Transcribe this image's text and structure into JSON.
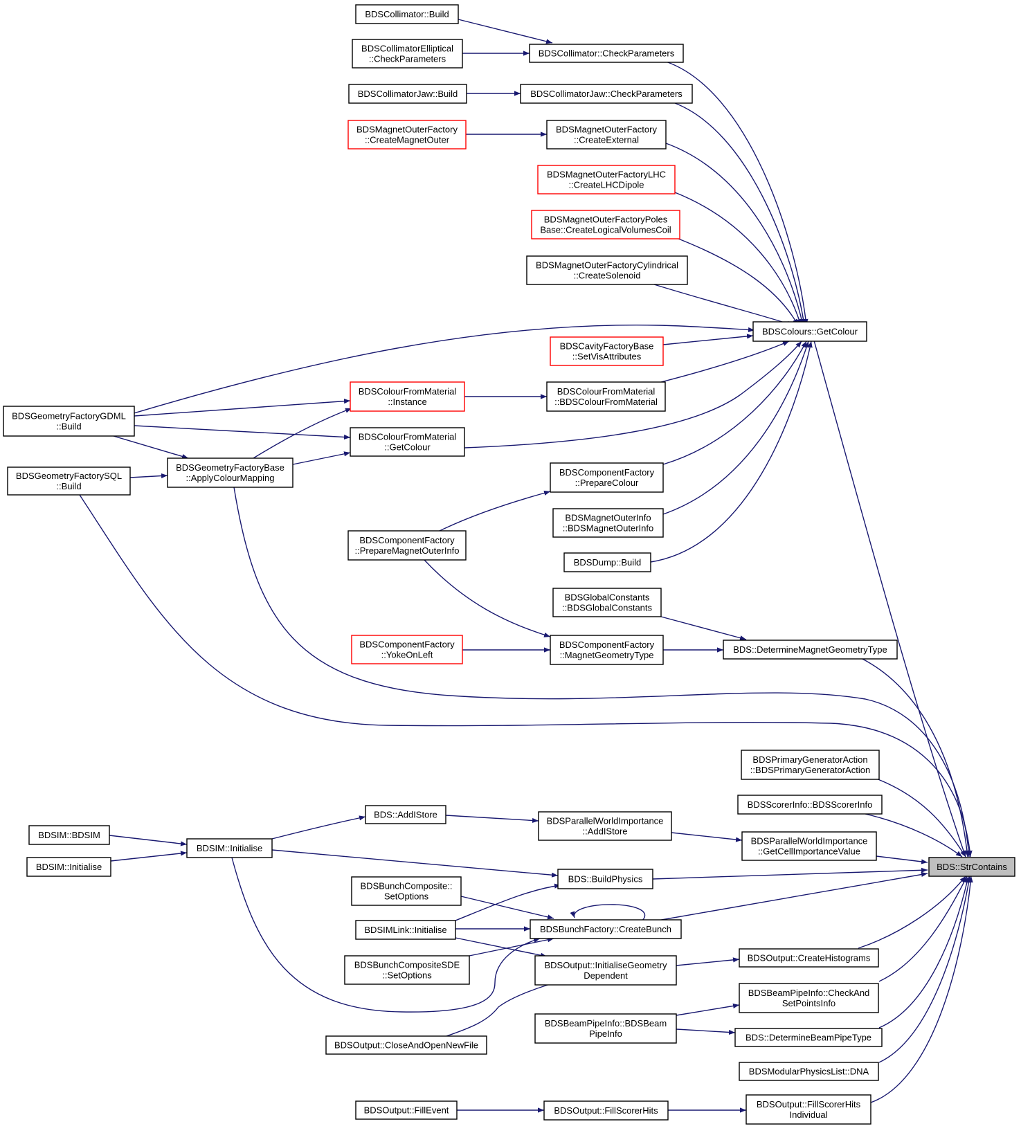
{
  "nodes": [
    {
      "id": "n_target",
      "lines": [
        "BDS::StrContains"
      ],
      "border": "black",
      "highlight": true
    },
    {
      "id": "n_getcolour",
      "lines": [
        "BDSColours::GetColour"
      ],
      "border": "black"
    },
    {
      "id": "n_collbuild",
      "lines": [
        "BDSCollimator::Build"
      ],
      "border": "black"
    },
    {
      "id": "n_collcheck",
      "lines": [
        "BDSCollimator::CheckParameters"
      ],
      "border": "black"
    },
    {
      "id": "n_collell",
      "lines": [
        "BDSCollimatorElliptical",
        "::CheckParameters"
      ],
      "border": "black"
    },
    {
      "id": "n_jawbuild",
      "lines": [
        "BDSCollimatorJaw::Build"
      ],
      "border": "black"
    },
    {
      "id": "n_jawcheck",
      "lines": [
        "BDSCollimatorJaw::CheckParameters"
      ],
      "border": "black"
    },
    {
      "id": "n_mofcmo",
      "lines": [
        "BDSMagnetOuterFactory",
        "::CreateMagnetOuter"
      ],
      "border": "red"
    },
    {
      "id": "n_mofce",
      "lines": [
        "BDSMagnetOuterFactory",
        "::CreateExternal"
      ],
      "border": "black"
    },
    {
      "id": "n_lhc",
      "lines": [
        "BDSMagnetOuterFactoryLHC",
        "::CreateLHCDipole"
      ],
      "border": "red"
    },
    {
      "id": "n_poles",
      "lines": [
        "BDSMagnetOuterFactoryPoles",
        "Base::CreateLogicalVolumesCoil"
      ],
      "border": "red"
    },
    {
      "id": "n_cyl",
      "lines": [
        "BDSMagnetOuterFactoryCylindrical",
        "::CreateSolenoid"
      ],
      "border": "black"
    },
    {
      "id": "n_cavity",
      "lines": [
        "BDSCavityFactoryBase",
        "::SetVisAttributes"
      ],
      "border": "red"
    },
    {
      "id": "n_gdml",
      "lines": [
        "BDSGeometryFactoryGDML",
        "::Build"
      ],
      "border": "black"
    },
    {
      "id": "n_cfminst",
      "lines": [
        "BDSColourFromMaterial",
        "::Instance"
      ],
      "border": "red"
    },
    {
      "id": "n_cfmctor",
      "lines": [
        "BDSColourFromMaterial",
        "::BDSColourFromMaterial"
      ],
      "border": "black"
    },
    {
      "id": "n_cfmget",
      "lines": [
        "BDSColourFromMaterial",
        "::GetColour"
      ],
      "border": "black"
    },
    {
      "id": "n_sqlbuild",
      "lines": [
        "BDSGeometryFactorySQL",
        "::Build"
      ],
      "border": "black"
    },
    {
      "id": "n_gfbase",
      "lines": [
        "BDSGeometryFactoryBase",
        "::ApplyColourMapping"
      ],
      "border": "black"
    },
    {
      "id": "n_cfprep",
      "lines": [
        "BDSComponentFactory",
        "::PrepareColour"
      ],
      "border": "black"
    },
    {
      "id": "n_cfpmoi",
      "lines": [
        "BDSComponentFactory",
        "::PrepareMagnetOuterInfo"
      ],
      "border": "black"
    },
    {
      "id": "n_moi",
      "lines": [
        "BDSMagnetOuterInfo",
        "::BDSMagnetOuterInfo"
      ],
      "border": "black"
    },
    {
      "id": "n_dump",
      "lines": [
        "BDSDump::Build"
      ],
      "border": "black"
    },
    {
      "id": "n_glob",
      "lines": [
        "BDSGlobalConstants",
        "::BDSGlobalConstants"
      ],
      "border": "black"
    },
    {
      "id": "n_yoke",
      "lines": [
        "BDSComponentFactory",
        "::YokeOnLeft"
      ],
      "border": "red"
    },
    {
      "id": "n_cfmgt",
      "lines": [
        "BDSComponentFactory",
        "::MagnetGeometryType"
      ],
      "border": "black"
    },
    {
      "id": "n_detmag",
      "lines": [
        "BDS::DetermineMagnetGeometryType"
      ],
      "border": "black"
    },
    {
      "id": "n_pga",
      "lines": [
        "BDSPrimaryGeneratorAction",
        "::BDSPrimaryGeneratorAction"
      ],
      "border": "black"
    },
    {
      "id": "n_scorer",
      "lines": [
        "BDSScorerInfo::BDSScorerInfo"
      ],
      "border": "black"
    },
    {
      "id": "n_addlstore",
      "lines": [
        "BDS::AddIStore"
      ],
      "border": "black"
    },
    {
      "id": "n_pwiadd",
      "lines": [
        "BDSParallelWorldImportance",
        "::AddIStore"
      ],
      "border": "black"
    },
    {
      "id": "n_pwicell",
      "lines": [
        "BDSParallelWorldImportance",
        "::GetCellImportanceValue"
      ],
      "border": "black"
    },
    {
      "id": "n_bdsimctor",
      "lines": [
        "BDSIM::BDSIM"
      ],
      "border": "black"
    },
    {
      "id": "n_bdsiminit2",
      "lines": [
        "BDSIM::Initialise"
      ],
      "border": "black"
    },
    {
      "id": "n_bdsiminit",
      "lines": [
        "BDSIM::Initialise"
      ],
      "border": "black"
    },
    {
      "id": "n_buildphys",
      "lines": [
        "BDS::BuildPhysics"
      ],
      "border": "black"
    },
    {
      "id": "n_bcset",
      "lines": [
        "BDSBunchComposite::",
        "SetOptions"
      ],
      "border": "black"
    },
    {
      "id": "n_linkinit",
      "lines": [
        "BDSIMLink::Initialise"
      ],
      "border": "black"
    },
    {
      "id": "n_createbunch",
      "lines": [
        "BDSBunchFactory::CreateBunch"
      ],
      "border": "black"
    },
    {
      "id": "n_bcsde",
      "lines": [
        "BDSBunchCompositeSDE",
        "::SetOptions"
      ],
      "border": "black"
    },
    {
      "id": "n_oig",
      "lines": [
        "BDSOutput::InitialiseGeometry",
        "Dependent"
      ],
      "border": "black"
    },
    {
      "id": "n_hist",
      "lines": [
        "BDSOutput::CreateHistograms"
      ],
      "border": "black"
    },
    {
      "id": "n_bpcheck",
      "lines": [
        "BDSBeamPipeInfo::CheckAnd",
        "SetPointsInfo"
      ],
      "border": "black"
    },
    {
      "id": "n_bpctor",
      "lines": [
        "BDSBeamPipeInfo::BDSBeam",
        "PipeInfo"
      ],
      "border": "black"
    },
    {
      "id": "n_detbp",
      "lines": [
        "BDS::DetermineBeamPipeType"
      ],
      "border": "black"
    },
    {
      "id": "n_close",
      "lines": [
        "BDSOutput::CloseAndOpenNewFile"
      ],
      "border": "black"
    },
    {
      "id": "n_dna",
      "lines": [
        "BDSModularPhysicsList::DNA"
      ],
      "border": "black"
    },
    {
      "id": "n_fillevent",
      "lines": [
        "BDSOutput::FillEvent"
      ],
      "border": "black"
    },
    {
      "id": "n_fillhits",
      "lines": [
        "BDSOutput::FillScorerHits"
      ],
      "border": "black"
    },
    {
      "id": "n_fillhitsind",
      "lines": [
        "BDSOutput::FillScorerHits",
        "Individual"
      ],
      "border": "black"
    }
  ]
}
